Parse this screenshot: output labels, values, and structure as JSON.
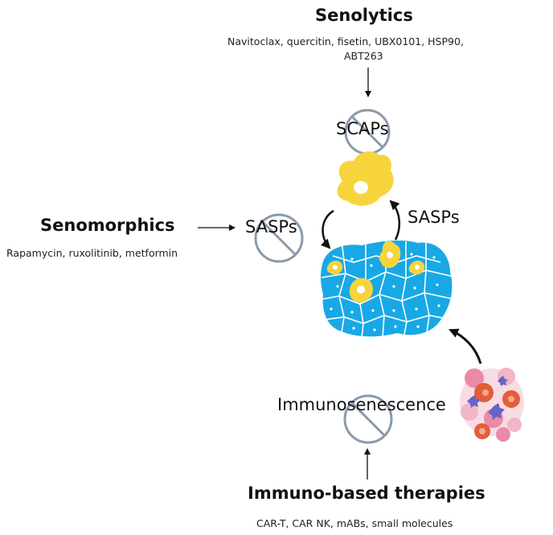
{
  "senolytics": {
    "title": "Senolytics",
    "agents_line1": "Navitoclax, quercitin, fisetin, UBX0101, HSP90,",
    "agents_line2": "ABT263"
  },
  "scaps_label": "SCAPs",
  "senomorphics": {
    "title": "Senomorphics",
    "agents": "Rapamycin, ruxolitinib, metformin"
  },
  "sasps_inhibited_label": "SASPs",
  "sasps_loop_label": "SASPs",
  "immunosenescence_label": "Immunosenescence",
  "immuno_therapies": {
    "title": "Immuno-based therapies",
    "agents": "CAR-T, CAR NK, mABs, small molecules"
  },
  "colors": {
    "tissue_blue": "#18a8e6",
    "senescent_yellow": "#f7d43c",
    "inhibit_gray": "#8a9aab",
    "immune_pink": "#e98aa6",
    "immune_red": "#e55d3a",
    "immune_purple": "#6a63c7"
  }
}
